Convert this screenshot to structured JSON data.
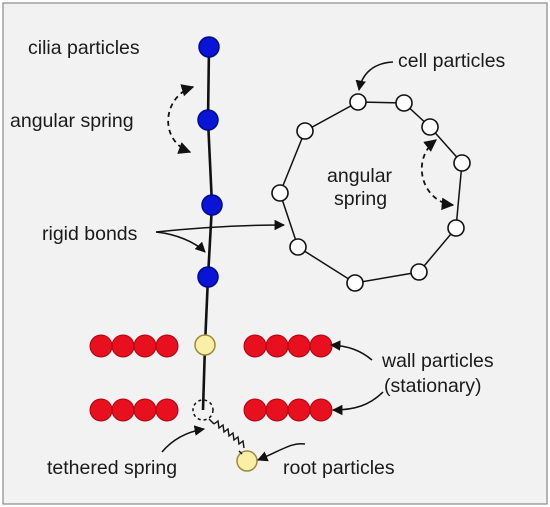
{
  "labels": {
    "cilia": "cilia particles",
    "angular_left": "angular spring",
    "rigid": "rigid bonds",
    "cell": "cell particles",
    "angular_cell_1": "angular",
    "angular_cell_2": "spring",
    "wall_1": "wall particles",
    "wall_2": "(stationary)",
    "tethered": "tethered spring",
    "root": "root particles"
  },
  "colors": {
    "background": "#f2f2f2",
    "border": "#8a8a8a",
    "cilia": "#0a14d6",
    "cilia_stroke": "#000a8c",
    "wall": "#e8101e",
    "wall_stroke": "#b00010",
    "root": "#fbeea6",
    "root_stroke": "#9c8b3a",
    "cell_fill": "#ffffff",
    "line": "#111111"
  },
  "icons": {
    "cilia_particle": "blue-filled-circle",
    "wall_particle": "red-filled-circle",
    "root_particle": "pale-yellow-circle",
    "cell_particle": "white-hollow-circle",
    "tethered_spring": "coil-spring",
    "angular_spring": "dashed-curved-arrow"
  }
}
